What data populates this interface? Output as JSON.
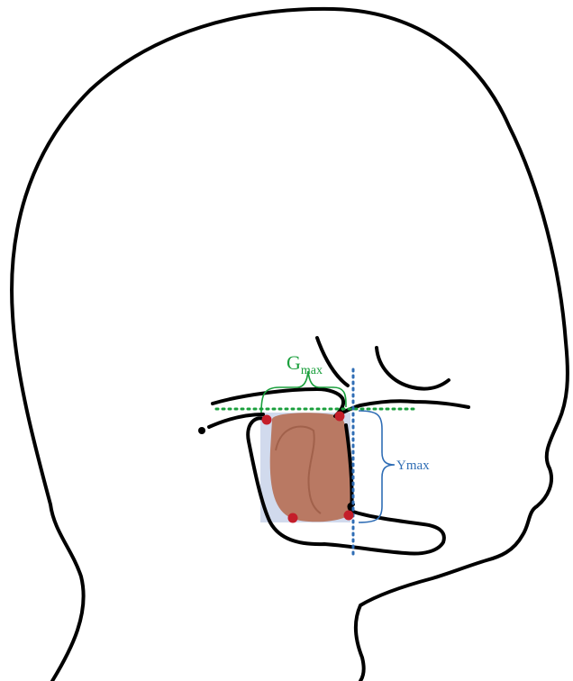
{
  "labels": {
    "g_max": {
      "base": "G",
      "subscript": "max"
    },
    "y_max": "Ymax"
  },
  "colors": {
    "outline": "#000000",
    "g_max": "#1a9f3c",
    "y_max": "#2f6db5",
    "mass_fill": "#b5674a",
    "bounding_box_fill": "#c9d3ea",
    "landmark_point": "#c41e2a"
  }
}
